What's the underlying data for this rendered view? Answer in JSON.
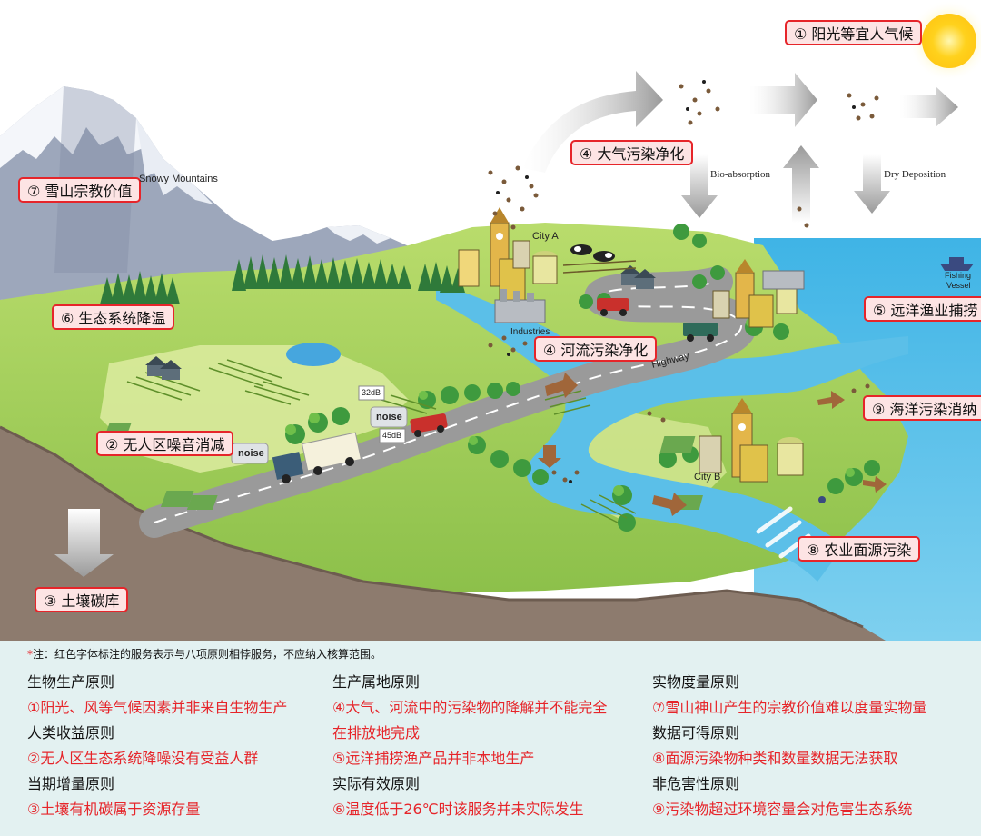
{
  "tags": {
    "t1": "① 阳光等宜人气候",
    "t2": "② 无人区噪音消减",
    "t3": "③ 土壤碳库",
    "t4a": "④ 大气污染净化",
    "t4b": "④ 河流污染净化",
    "t5": "⑤ 远洋渔业捕捞",
    "t6": "⑥ 生态系统降温",
    "t7": "⑦ 雪山宗教价值",
    "t8": "⑧ 农业面源污染",
    "t9": "⑨ 海洋污染消纳"
  },
  "labels": {
    "snowy": "Snowy Mountains",
    "bio": "Bio-absorption",
    "dry": "Dry Deposition",
    "cityA": "City A",
    "cityB": "City B",
    "industries": "Industries",
    "highway": "Highway",
    "fishing1": "Fishing",
    "fishing2": "Vessel",
    "db32": "32dB",
    "db45": "45dB",
    "noise": "noise"
  },
  "note": {
    "star": "*",
    "text": "注：红色字体标注的服务表示与八项原则相悖服务，不应纳入核算范围。"
  },
  "columns": [
    {
      "rows": [
        {
          "text": "生物生产原则",
          "style": "head"
        },
        {
          "text": "①阳光、风等气候因素并非来自生物生产",
          "style": "red"
        },
        {
          "text": "人类收益原则",
          "style": "head"
        },
        {
          "text": "②无人区生态系统降噪没有受益人群",
          "style": "red"
        },
        {
          "text": "当期增量原则",
          "style": "head"
        },
        {
          "text": "③土壤有机碳属于资源存量",
          "style": "red"
        }
      ]
    },
    {
      "rows": [
        {
          "text": "生产属地原则",
          "style": "head"
        },
        {
          "text": "④大气、河流中的污染物的降解并不能完全",
          "style": "red"
        },
        {
          "text": "在排放地完成",
          "style": "red"
        },
        {
          "text": "⑤远洋捕捞渔产品并非本地生产",
          "style": "red"
        },
        {
          "text": "实际有效原则",
          "style": "head"
        },
        {
          "text": "⑥温度低于26℃时该服务并未实际发生",
          "style": "red"
        }
      ]
    },
    {
      "rows": [
        {
          "text": "实物度量原则",
          "style": "head"
        },
        {
          "text": "⑦雪山神山产生的宗教价值难以度量实物量",
          "style": "red"
        },
        {
          "text": "数据可得原则",
          "style": "head"
        },
        {
          "text": "⑧面源污染物种类和数量数据无法获取",
          "style": "red"
        },
        {
          "text": "非危害性原则",
          "style": "head"
        },
        {
          "text": "⑨污染物超过环境容量会对危害生态系统",
          "style": "red"
        }
      ]
    }
  ],
  "colors": {
    "accent_red": "#e6252a",
    "tag_fill": "#fde4e4",
    "grass": "#a8d060",
    "water": "#5bbfe8",
    "soil": "#8d7b6e",
    "mountain": "#9aa4b8",
    "notes_bg": "#e3f1f1"
  }
}
